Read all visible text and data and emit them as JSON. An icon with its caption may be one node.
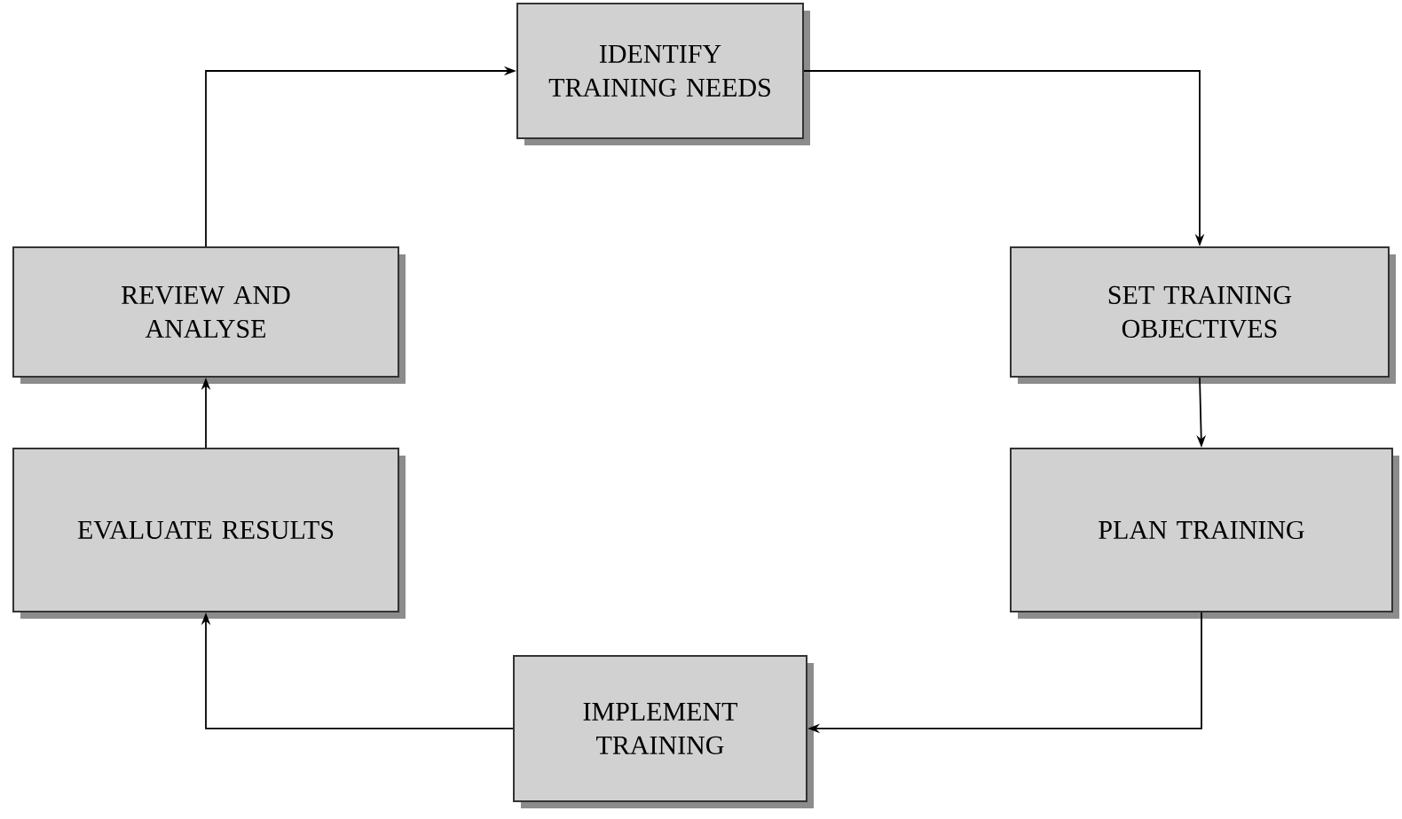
{
  "diagram": {
    "nodes": [
      {
        "text": [
          "IDENTIFY TRAINING NEEDS"
        ]
      },
      {
        "text": [
          "SET TRAINING OBJECTIVES"
        ]
      },
      {
        "text": [
          "PLAN TRAINING"
        ]
      },
      {
        "text": [
          "IMPLEMENT TRAINING"
        ]
      },
      {
        "text": [
          "EVALUATE RESULTS"
        ]
      },
      {
        "text": [
          "REVIEW AND ANALYSE"
        ]
      }
    ],
    "edges": [
      {
        "from": 5,
        "to": 0,
        "arrow": "to"
      },
      {
        "from": 0,
        "to": 1,
        "arrow": "to"
      },
      {
        "from": 1,
        "to": 2,
        "arrow": "to"
      },
      {
        "from": 2,
        "to": 3,
        "arrow": "to"
      },
      {
        "from": 3,
        "to": 4,
        "arrow": "to"
      },
      {
        "from": 4,
        "to": 5,
        "arrow": "to"
      }
    ]
  }
}
